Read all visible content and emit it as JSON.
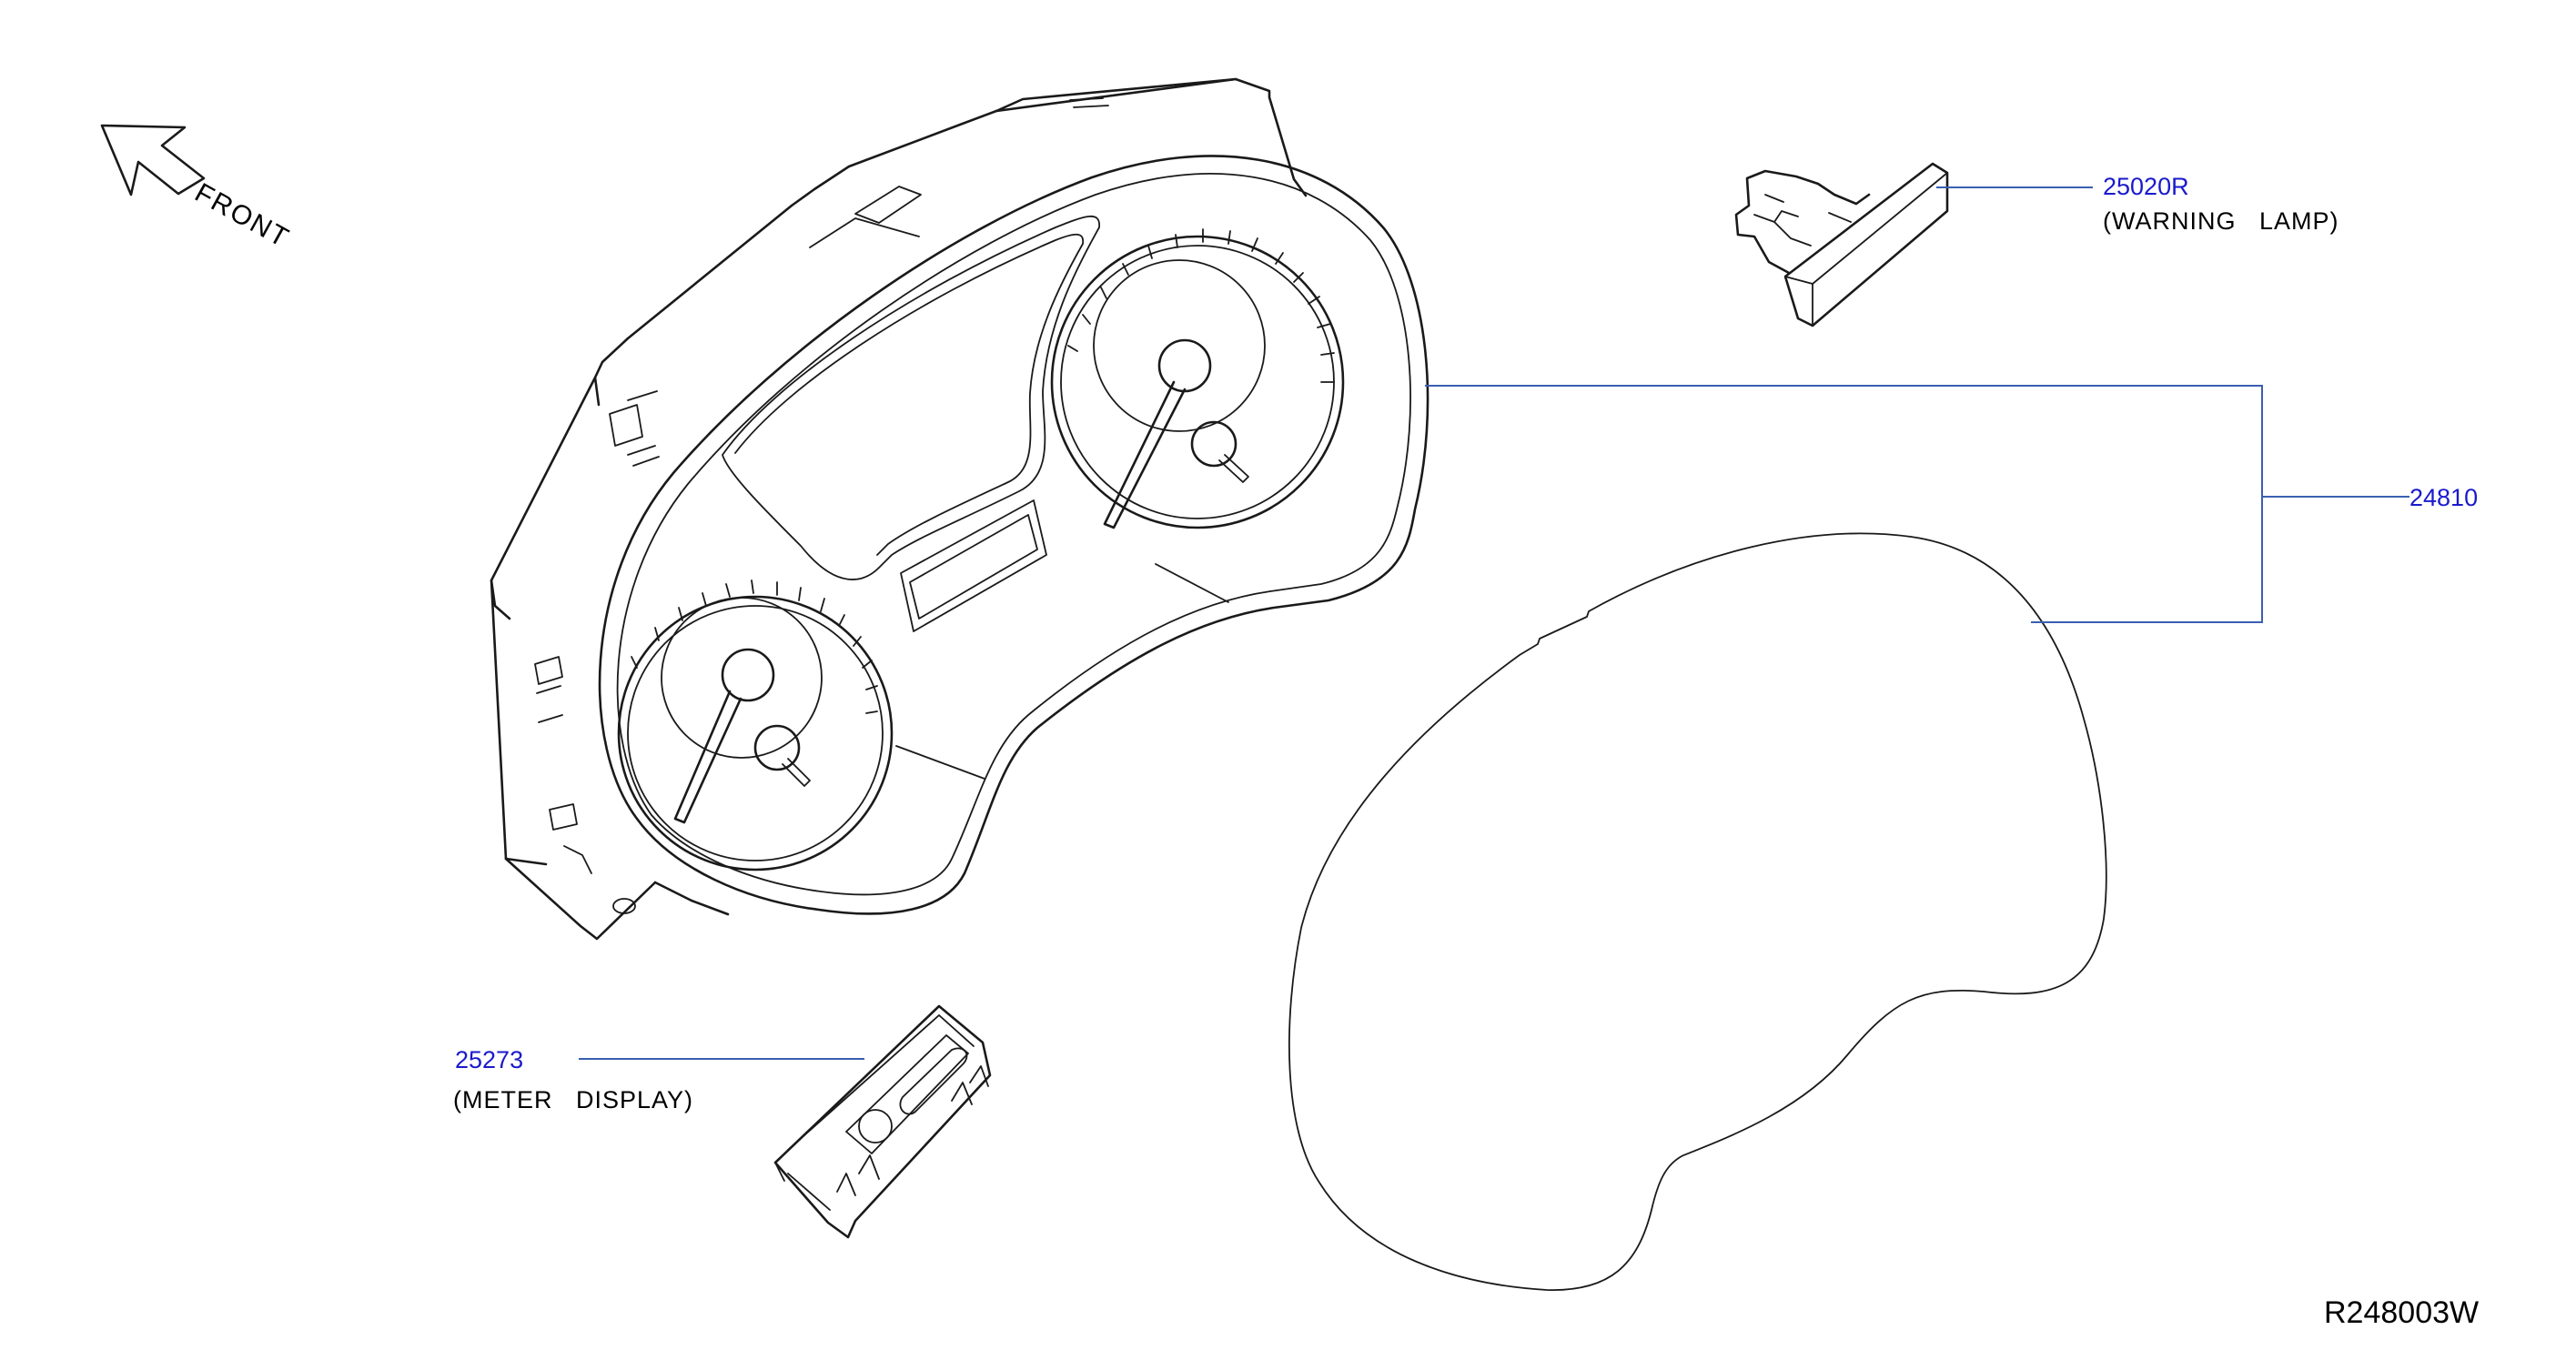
{
  "colors": {
    "part_number": "#1a1acc",
    "leader_line": "#3a5fb0",
    "linework": "#1a1a1a",
    "text": "#000000"
  },
  "orientation": {
    "label": "FRONT",
    "icon": "front-arrow-icon"
  },
  "callouts": [
    {
      "part_number": "25020R",
      "description": "(WARNING   LAMP)"
    },
    {
      "part_number": "24810",
      "description": ""
    },
    {
      "part_number": "25273",
      "description": "(METER   DISPLAY)"
    }
  ],
  "diagram_code": "R248003W"
}
